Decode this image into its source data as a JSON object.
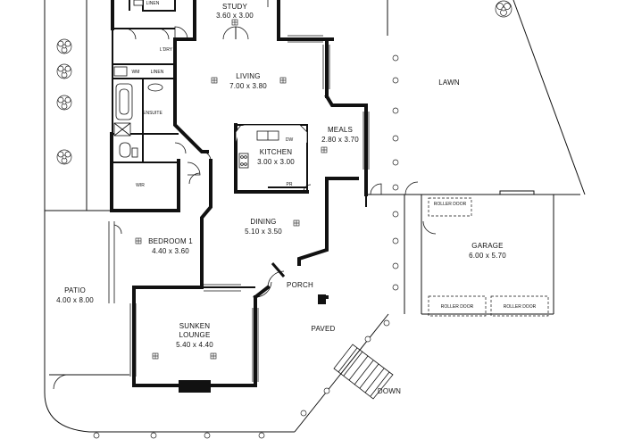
{
  "rooms": {
    "study": {
      "name": "STUDY",
      "dims": "3.60 x 3.00"
    },
    "living": {
      "name": "LIVING",
      "dims": "7.00 x 3.80"
    },
    "meals": {
      "name": "MEALS",
      "dims": "2.80 x 3.70"
    },
    "kitchen": {
      "name": "KITCHEN",
      "dims": "3.00 x 3.00"
    },
    "dining": {
      "name": "DINING",
      "dims": "5.10 x 3.50"
    },
    "bedroom1": {
      "name": "BEDROOM 1",
      "dims": "4.40 x 3.60"
    },
    "sunken": {
      "name1": "SUNKEN",
      "name2": "LOUNGE",
      "dims": "5.40 x 4.40"
    },
    "garage": {
      "name": "GARAGE",
      "dims": "6.00 x 5.70"
    },
    "patio": {
      "name": "PATIO",
      "dims": "4.00 x 8.00"
    }
  },
  "labels": {
    "linen_top": "LINEN",
    "ldry": "L'DRY",
    "wm": "WM",
    "linen": "LINEN",
    "ensuite": "ENSUITE",
    "wir": "WIR",
    "dw": "DW",
    "pr": "PR",
    "porch": "PORCH",
    "paved": "PAVED",
    "down": "DOWN",
    "lawn": "LAWN",
    "roller_door_top": "ROLLER DOOR",
    "roller_door_left": "ROLLER DOOR",
    "roller_door_right": "ROLLER DOOR"
  }
}
